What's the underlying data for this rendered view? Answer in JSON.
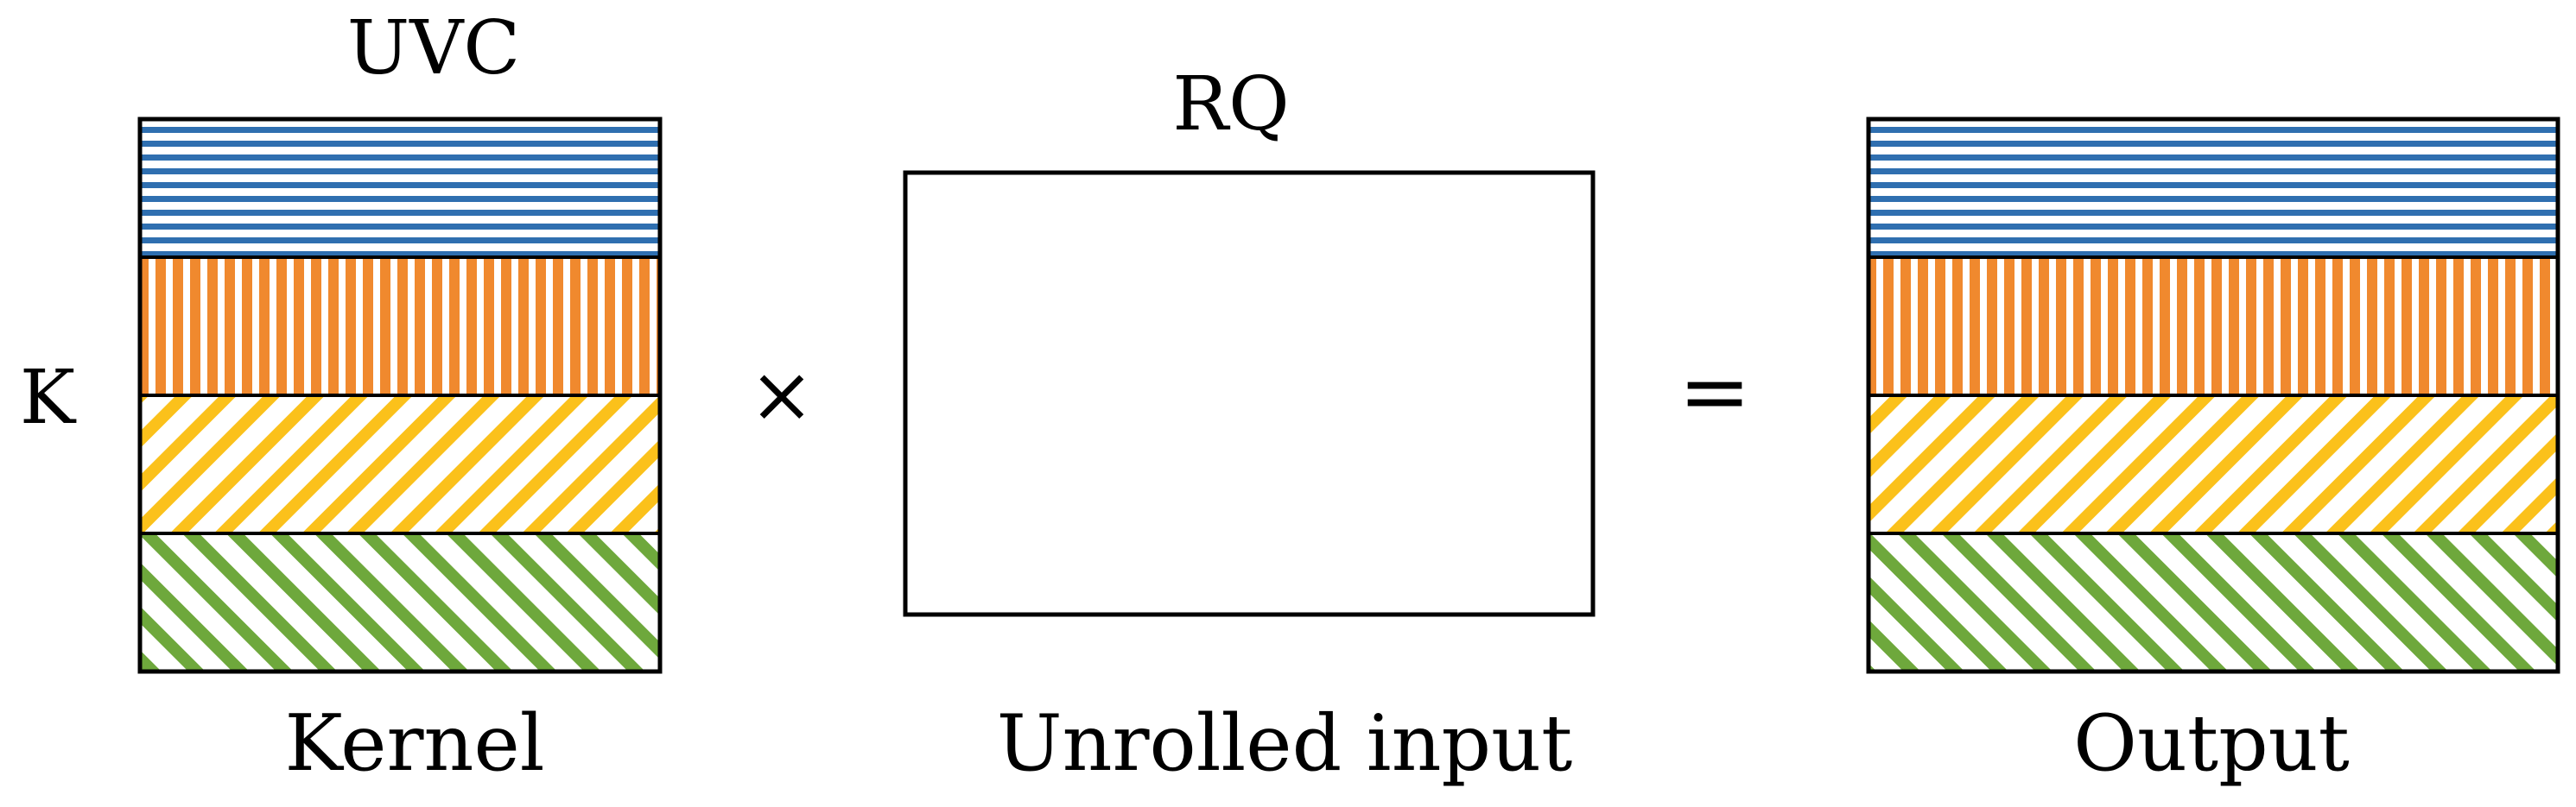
{
  "kernel": {
    "top_label": "UVC",
    "side_label": "K",
    "caption": "Kernel"
  },
  "operator_times": "×",
  "input": {
    "top_label": "RQ",
    "caption": "Unrolled input"
  },
  "operator_equals": "=",
  "output": {
    "caption": "Output"
  },
  "colors": {
    "blue": "#2f6fb0",
    "orange": "#f0892e",
    "yellow": "#fbc11b",
    "green": "#6ea83c",
    "outline": "#000000"
  },
  "bands": [
    {
      "name": "blue-band",
      "pattern": "horizontal-stripes",
      "color_key": "blue"
    },
    {
      "name": "orange-band",
      "pattern": "vertical-stripes",
      "color_key": "orange"
    },
    {
      "name": "yellow-band",
      "pattern": "diagonal-stripes-rising",
      "color_key": "yellow"
    },
    {
      "name": "green-band",
      "pattern": "diagonal-stripes-falling",
      "color_key": "green"
    }
  ]
}
